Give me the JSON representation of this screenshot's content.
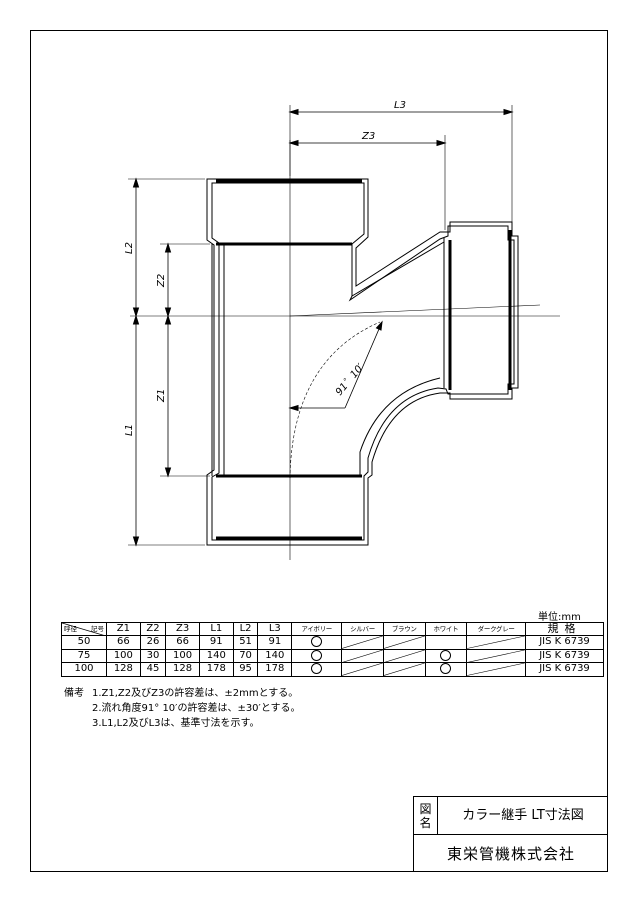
{
  "drawing": {
    "dimensions": {
      "l3": "L3",
      "z3": "Z3",
      "l2": "L2",
      "z2": "Z2",
      "z1": "Z1",
      "l1": "L1",
      "angle": "91゜10′"
    }
  },
  "unit": "単位:mm",
  "table": {
    "corner_top": "記号",
    "corner_bottom": "呼径",
    "headers": [
      "Z1",
      "Z2",
      "Z3",
      "L1",
      "L2",
      "L3"
    ],
    "color_headers": [
      "アイボリー",
      "シルバー",
      "ブラウン",
      "ホワイト",
      "ダークグレー"
    ],
    "standard_header": "規格",
    "rows": [
      {
        "size": "50",
        "z1": "66",
        "z2": "26",
        "z3": "66",
        "l1": "91",
        "l2": "51",
        "l3": "91",
        "colors": [
          "circle",
          "slash",
          "slash",
          "empty",
          "slash"
        ],
        "standard": "JIS K 6739"
      },
      {
        "size": "75",
        "z1": "100",
        "z2": "30",
        "z3": "100",
        "l1": "140",
        "l2": "70",
        "l3": "140",
        "colors": [
          "circle",
          "slash",
          "slash",
          "circle",
          "slash"
        ],
        "standard": "JIS K 6739"
      },
      {
        "size": "100",
        "z1": "128",
        "z2": "45",
        "z3": "128",
        "l1": "178",
        "l2": "95",
        "l3": "178",
        "colors": [
          "circle",
          "slash",
          "slash",
          "circle",
          "slash"
        ],
        "standard": "JIS K 6739"
      }
    ]
  },
  "notes": {
    "label": "備考",
    "items": [
      "1.Z1,Z2及びZ3の許容差は、±2mmとする。",
      "2.流れ角度91° 10′の許容差は、±30′とする。",
      "3.L1,L2及びL3は、基準寸法を示す。"
    ]
  },
  "title_block": {
    "label": "図名",
    "title": "カラー継手 LT寸法図",
    "company": "東栄管機株式会社"
  }
}
